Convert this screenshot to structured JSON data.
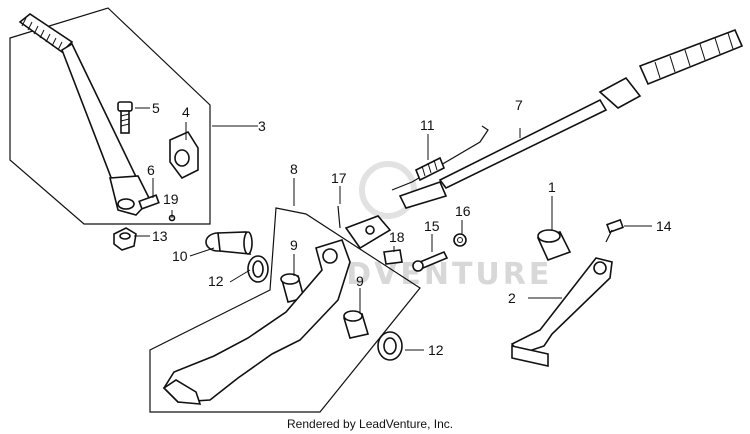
{
  "callouts": {
    "c1": "1",
    "c2": "2",
    "c3": "3",
    "c4": "4",
    "c5": "5",
    "c6": "6",
    "c7": "7",
    "c8": "8",
    "c9a": "9",
    "c9b": "9",
    "c10": "10",
    "c11": "11",
    "c12a": "12",
    "c12b": "12",
    "c13": "13",
    "c14": "14",
    "c15": "15",
    "c16": "16",
    "c17": "17",
    "c18": "18",
    "c19": "19"
  },
  "watermark": "ADVENTURE",
  "credit": "Rendered by LeadVenture, Inc."
}
